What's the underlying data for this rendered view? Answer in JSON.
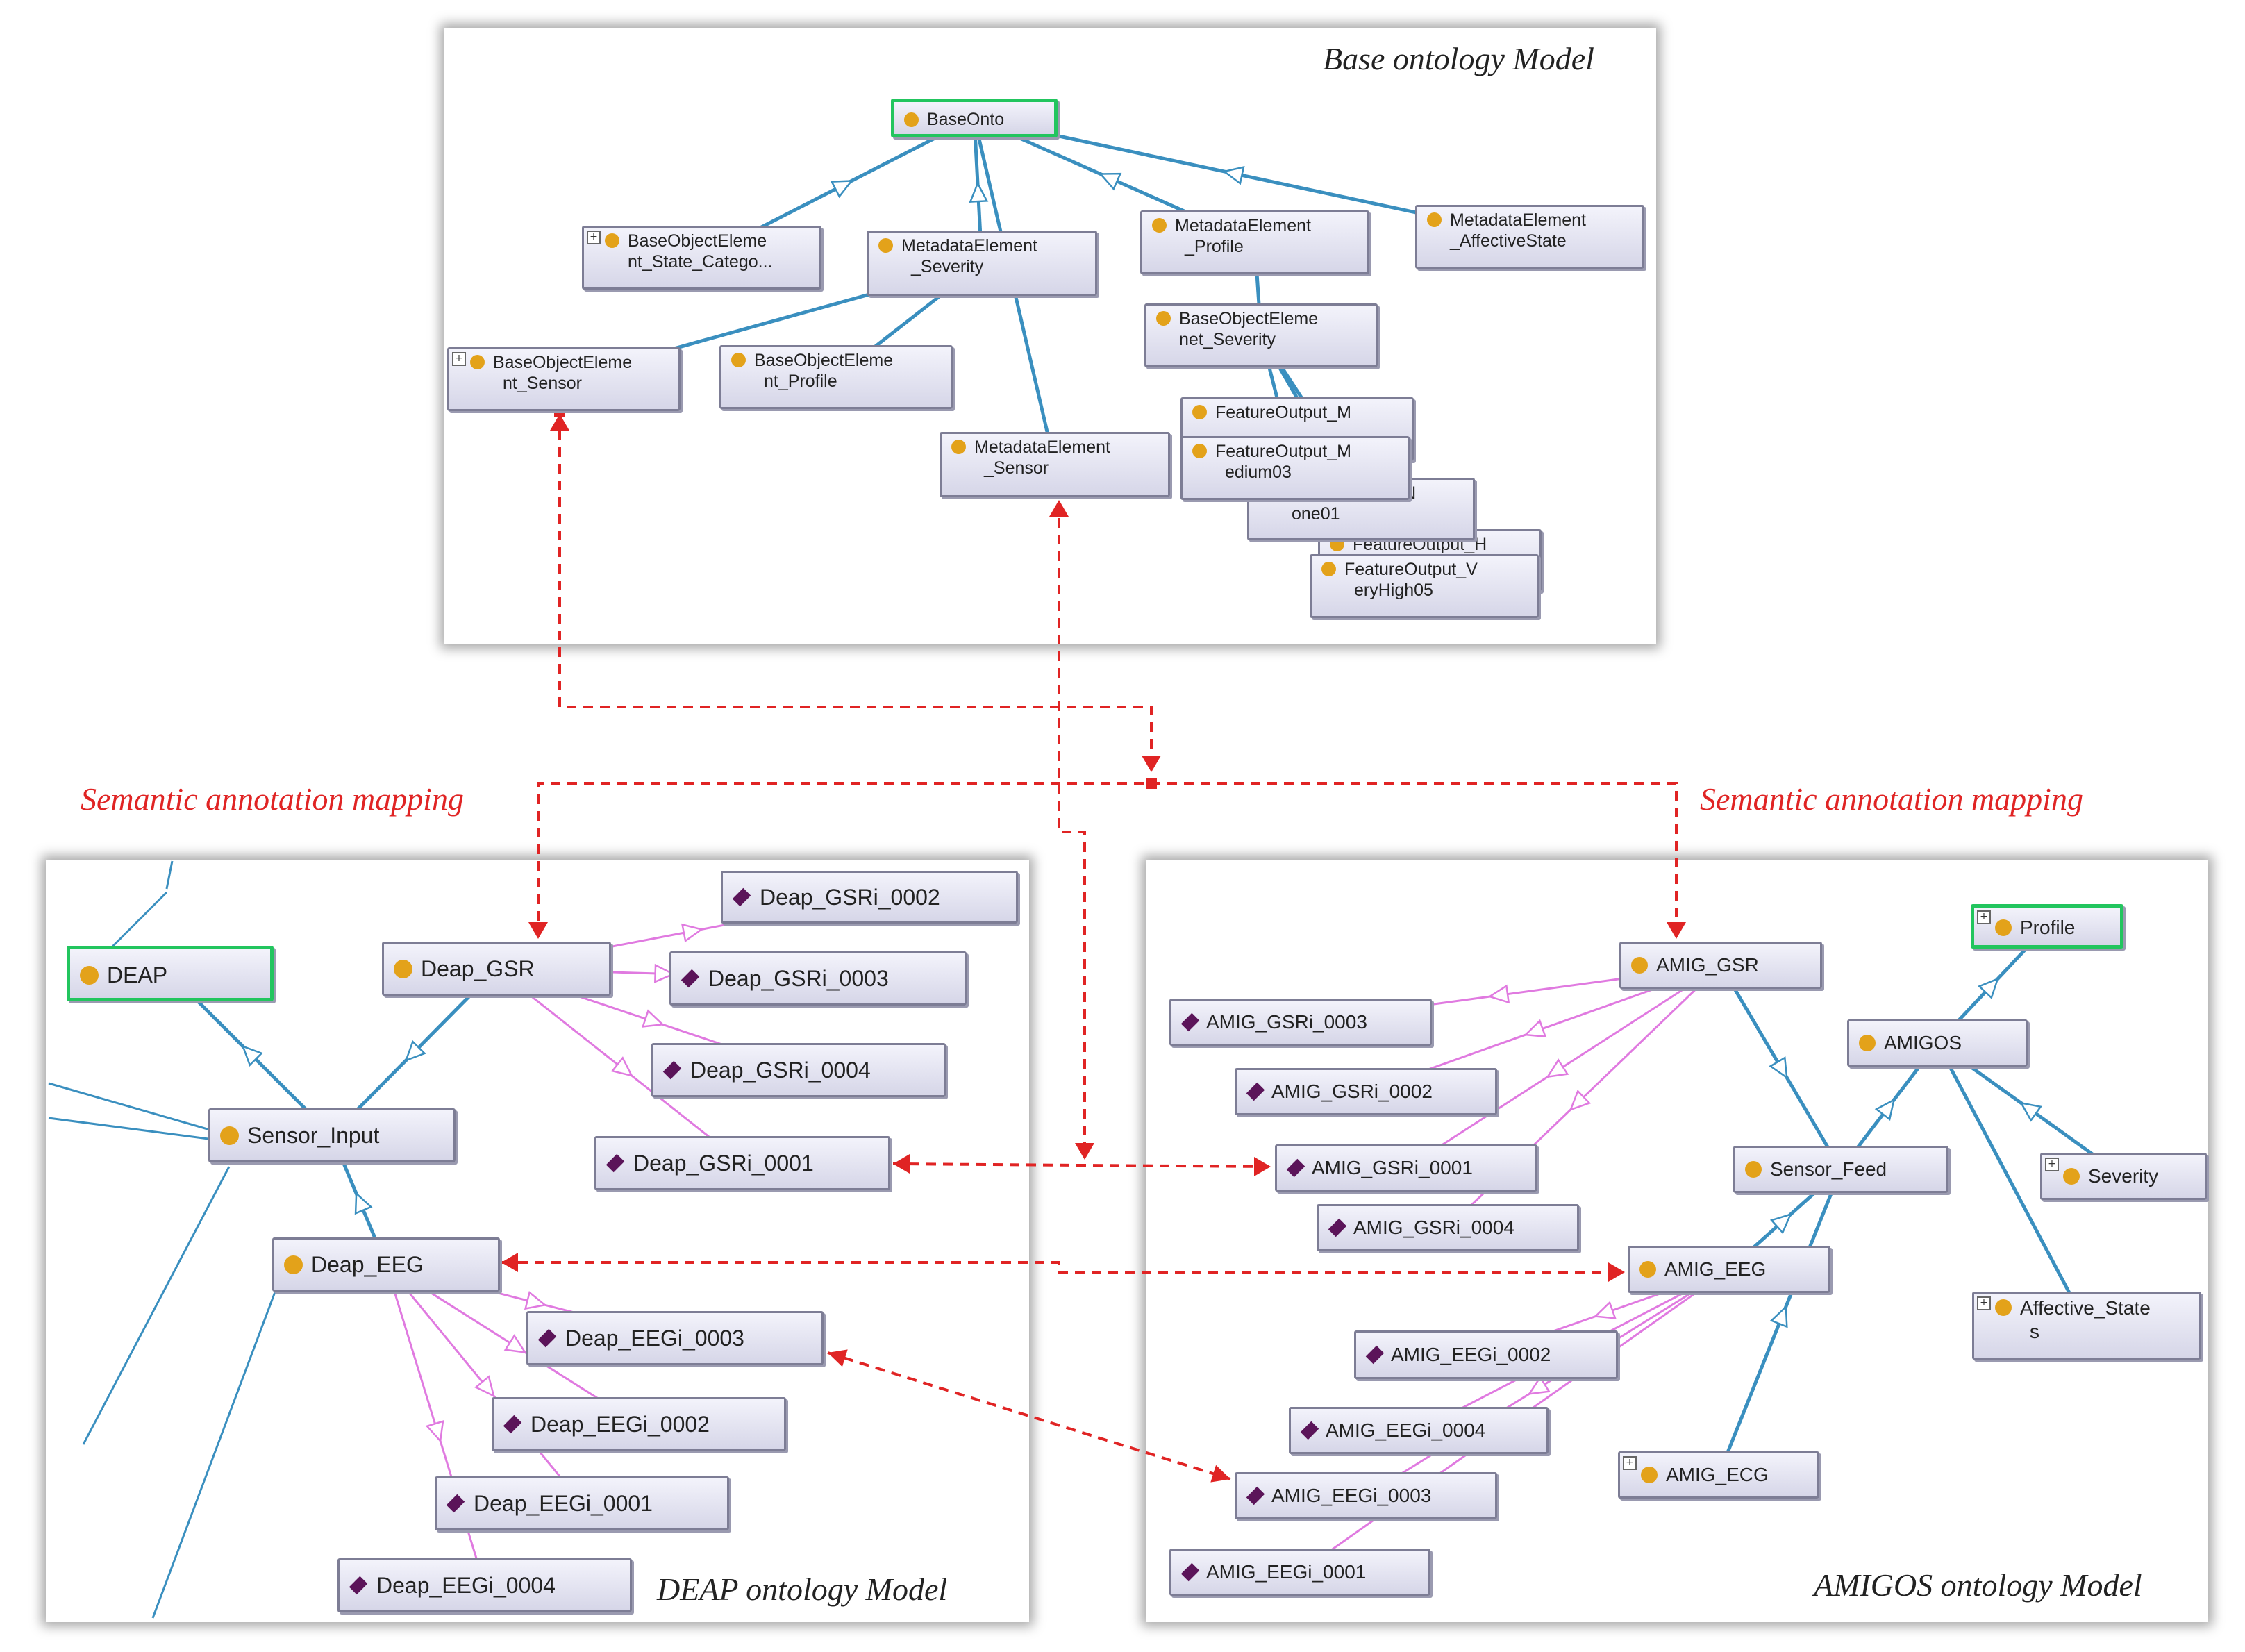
{
  "panels": {
    "base": {
      "title": "Base ontology Model"
    },
    "deap": {
      "title": "DEAP ontology Model"
    },
    "amigos": {
      "title": "AMIGOS ontology Model"
    }
  },
  "mapping_labels": {
    "left": "Semantic annotation mapping",
    "right": "Semantic annotation mapping"
  },
  "base_nodes": {
    "baseonto": "BaseOnto",
    "boe_state": [
      "BaseObjectEleme",
      "nt_State_Catego..."
    ],
    "boe_sensor": [
      "BaseObjectEleme",
      "nt_Sensor"
    ],
    "boe_profile": [
      "BaseObjectEleme",
      "nt_Profile"
    ],
    "me_severity": [
      "MetadataElement",
      "_Severity"
    ],
    "me_sensor": [
      "MetadataElement",
      "_Sensor"
    ],
    "me_profile": [
      "MetadataElement",
      "_Profile"
    ],
    "me_affective": [
      "MetadataElement",
      "_AffectiveState"
    ],
    "boe_severity": [
      "BaseObjectEleme",
      "net_Severity"
    ],
    "fo_m_back": [
      "FeatureOutput_M",
      "..."
    ],
    "fo_medium": [
      "FeatureOutput_M",
      "edium03"
    ],
    "fo_none": [
      "FeatureOutput_N",
      "one01"
    ],
    "fo_high": [
      "FeatureOutput_H",
      ""
    ],
    "fo_veryhigh": [
      "FeatureOutput_V",
      "eryHigh05"
    ]
  },
  "deap_nodes": {
    "deap": "DEAP",
    "deap_gsr": "Deap_GSR",
    "sensor_input": "Sensor_Input",
    "deap_eeg": "Deap_EEG",
    "gsri_0002": "Deap_GSRi_0002",
    "gsri_0003": "Deap_GSRi_0003",
    "gsri_0004": "Deap_GSRi_0004",
    "gsri_0001": "Deap_GSRi_0001",
    "eegi_0003": "Deap_EEGi_0003",
    "eegi_0002": "Deap_EEGi_0002",
    "eegi_0001": "Deap_EEGi_0001",
    "eegi_0004": "Deap_EEGi_0004"
  },
  "amigos_nodes": {
    "profile": "Profile",
    "amig_gsr": "AMIG_GSR",
    "amigos": "AMIGOS",
    "gsri_0003": "AMIG_GSRi_0003",
    "gsri_0002": "AMIG_GSRi_0002",
    "gsri_0001": "AMIG_GSRi_0001",
    "gsri_0004": "AMIG_GSRi_0004",
    "sensor_feed": "Sensor_Feed",
    "severity": "Severity",
    "amig_eeg": "AMIG_EEG",
    "affective_state": [
      "Affective_State",
      "s"
    ],
    "eegi_0002": "AMIG_EEGi_0002",
    "eegi_0004": "AMIG_EEGi_0004",
    "eegi_0003": "AMIG_EEGi_0003",
    "eegi_0001": "AMIG_EEGi_0001",
    "amig_ecg": "AMIG_ECG"
  },
  "colors": {
    "subclass_edge": "#3a8fbf",
    "individual_edge": "#e07ae0",
    "mapping": "#e02424",
    "class_dot": "#e3a21a",
    "individual_diamond": "#5b1459",
    "selected_border": "#22c55e"
  }
}
